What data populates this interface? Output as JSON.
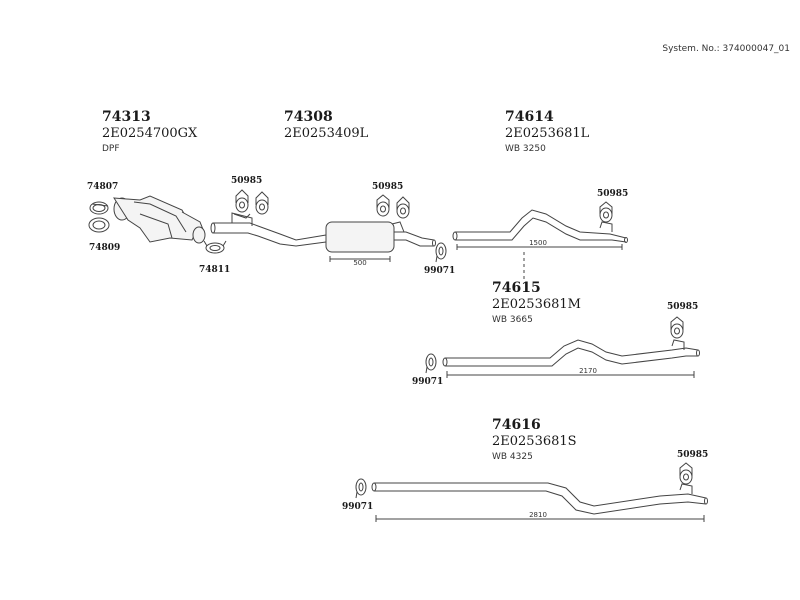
{
  "system_no": "System. No.: 374000047_01",
  "groups": [
    {
      "part_no": "74313",
      "oe": "2E0254700GX",
      "note": "DPF"
    },
    {
      "part_no": "74308",
      "oe": "2E0253409L",
      "note": ""
    },
    {
      "part_no": "74614",
      "oe": "2E0253681L",
      "note": "WB 3250"
    },
    {
      "part_no": "74615",
      "oe": "2E0253681M",
      "note": "WB 3665"
    },
    {
      "part_no": "74616",
      "oe": "2E0253681S",
      "note": "WB 4325"
    }
  ],
  "labels": {
    "clamp_74807": "74807",
    "clamp_74809": "74809",
    "clamp_74811": "74811",
    "mount_a": "50985",
    "mount_b": "50985",
    "mount_c": "50985",
    "mount_d": "50985",
    "mount_e": "50985",
    "ring_a": "99071",
    "ring_b": "99071",
    "ring_c": "99071"
  },
  "dimensions": {
    "muffler_len": "500",
    "tail1_len": "1500",
    "tail2_len": "2170",
    "tail3_len": "2810"
  }
}
